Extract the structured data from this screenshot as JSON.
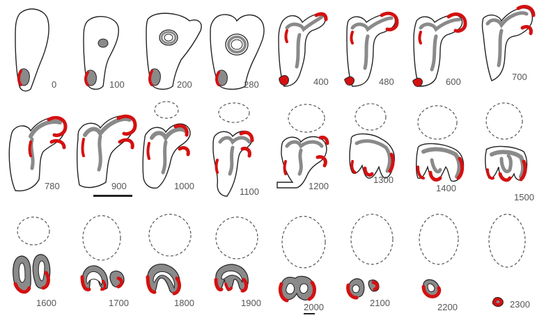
{
  "figure": {
    "panels": [
      {
        "label": "0"
      },
      {
        "label": "100"
      },
      {
        "label": "200"
      },
      {
        "label": "280"
      },
      {
        "label": "400"
      },
      {
        "label": "480"
      },
      {
        "label": "600"
      },
      {
        "label": "700"
      },
      {
        "label": "780"
      },
      {
        "label": "900"
      },
      {
        "label": "1000"
      },
      {
        "label": "1100"
      },
      {
        "label": "1200"
      },
      {
        "label": "1300"
      },
      {
        "label": "1400"
      },
      {
        "label": "1500"
      },
      {
        "label": "1600"
      },
      {
        "label": "1700"
      },
      {
        "label": "1800"
      },
      {
        "label": "1900"
      },
      {
        "label": "2000"
      },
      {
        "label": "2100"
      },
      {
        "label": "2200"
      },
      {
        "label": "2300"
      }
    ],
    "colors": {
      "outline": "#222222",
      "tissue_gray": "#8a8a8a",
      "highlight_red": "#d41111",
      "dashed_outline": "#555555",
      "label_text": "#555555"
    }
  }
}
